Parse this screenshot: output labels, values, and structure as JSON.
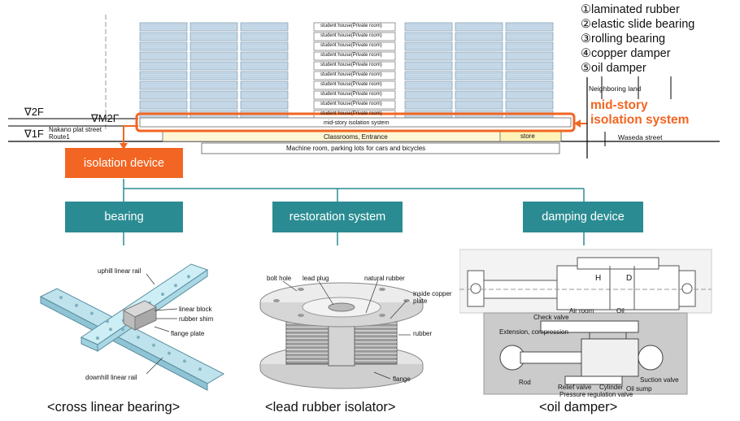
{
  "legend": [
    "①laminated rubber",
    "②elastic slide bearing",
    "③rolling bearing",
    "④copper damper",
    "⑤oil damper"
  ],
  "building": {
    "floors": [
      "student house(Private room)",
      "student house(Private room)",
      "student house(Private room)",
      "student house(Private room)",
      "student house(Private room)",
      "student house(Private room)",
      "student house(Private room)",
      "student house(Private room)",
      "student house(Private room)",
      "student house(Private room)"
    ],
    "isolation_floor": "mid-story isolation system",
    "classrooms": "Classrooms, Entrance",
    "store": "store",
    "machine_room": "Machine room, parking lots for cars and bicycles",
    "neighboring": "Neighboring land",
    "waseda": "Waseda street",
    "level_2f": "∇2F",
    "level_m2f": "∇M2F",
    "level_1f": "∇1F",
    "street_line1": "Nakano plat street",
    "street_line2": "Route1"
  },
  "callout": {
    "line1": "mid-story",
    "line2": "isolation system",
    "color": "#f26522"
  },
  "tree": {
    "root": "isolation device",
    "children": [
      "bearing",
      "restoration system",
      "damping device"
    ],
    "root_color": "#f26522",
    "child_color": "#2a8c92"
  },
  "bearing_figure": {
    "labels": {
      "uphill": "uphill linear rail",
      "block": "linear block",
      "shim": "rubber shim",
      "flange": "flange plate",
      "downhill": "downhill linear rail"
    },
    "caption": "<cross linear bearing>"
  },
  "rubber_figure": {
    "labels": {
      "bolt": "bolt hole",
      "lead": "lead plug",
      "natural": "natural rubber",
      "copper": "inside copper plate",
      "rubber": "rubber",
      "flange": "flange"
    },
    "caption": "<lead rubber isolator>"
  },
  "oil_figure": {
    "labels": {
      "check": "Check valve",
      "air": "Air room",
      "oil": "Oil",
      "ext": "Extension, compression",
      "rod": "Rod",
      "relief": "Relief valve",
      "cyl": "Cylinder",
      "suction": "Suction valve",
      "sump": "Oil sump",
      "pressure": "Pressure regulation valve",
      "dim_h": "H",
      "dim_d": "D"
    },
    "caption": "<oil damper>"
  }
}
